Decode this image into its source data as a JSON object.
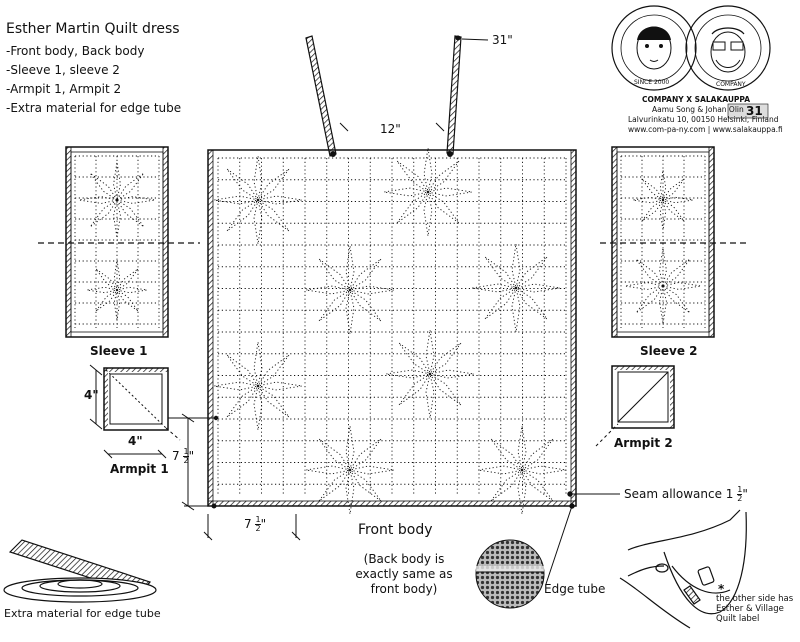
{
  "title": "Esther Martin Quilt dress",
  "parts": [
    "-Front body, Back body",
    "-Sleeve 1, sleeve 2",
    "-Armpit 1, Armpit 2",
    "-Extra material for edge tube"
  ],
  "labels": {
    "strap_length": "31\"",
    "neck_width": "12\"",
    "sleeve1": "Sleeve 1",
    "sleeve2": "Sleeve 2",
    "armpit1": "Armpit 1",
    "armpit2": "Armpit 2",
    "armpit_h": "4\"",
    "armpit_w": "4\"",
    "side_height_whole": "7",
    "side_height_frac_num": "1",
    "side_height_frac_den": "2",
    "side_height_unit": "\"",
    "hem_width_whole": "7",
    "hem_width_frac_num": "1",
    "hem_width_frac_den": "2",
    "hem_width_unit": "\"",
    "seam_allowance": "Seam allowance 1",
    "seam_frac_num": "1",
    "seam_frac_den": "2",
    "seam_unit": "\"",
    "front_body": "Front body",
    "back_body_note": "(Back body is exactly same as front body)",
    "edge_tube": "Edge tube",
    "extra_material": "Extra material for edge tube",
    "label_note": "the other side has Esther & Village Quilt label",
    "asterisk": "*"
  },
  "stamp": {
    "brand": "COMPANY X SALAKAUPPA",
    "line1": "Aamu Song & Johan Olin",
    "line2": "Lalvurinkatu 10, 00150 Helsinki, Finland",
    "line3": "www.com-pa-ny.com | www.salakauppa.fi",
    "since": "SINCE 2000",
    "company": "COMPANY",
    "number": "31"
  }
}
